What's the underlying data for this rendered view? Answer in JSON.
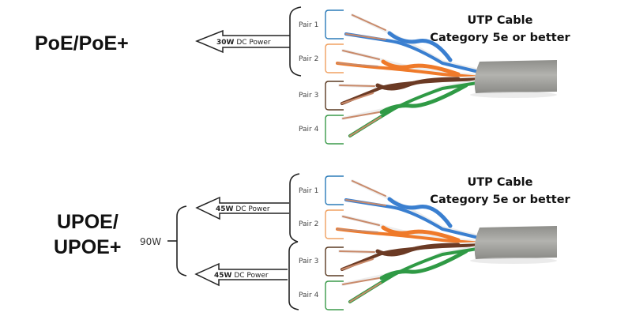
{
  "sections": [
    {
      "title_lines": [
        "PoE/PoE+"
      ],
      "arrows": [
        {
          "bold": "30W",
          "text": " DC Power"
        }
      ],
      "pairs": [
        "Pair 1",
        "Pair 2",
        "Pair 3",
        "Pair 4"
      ],
      "cable_label": [
        "UTP Cable",
        "Category 5e or better"
      ]
    },
    {
      "title_lines": [
        "UPOE/",
        "UPOE+"
      ],
      "total": "90W",
      "arrows": [
        {
          "bold": "45W",
          "text": " DC Power"
        },
        {
          "bold": "45W",
          "text": " DC Power"
        }
      ],
      "pairs": [
        "Pair 1",
        "Pair 2",
        "Pair 3",
        "Pair 4"
      ],
      "cable_label": [
        "UTP Cable",
        "Category 5e or better"
      ]
    }
  ],
  "colors": {
    "pair1": "#2b7bb9",
    "pair2": "#f0a060",
    "pair3": "#5a3a22",
    "pair4": "#3a9a4a",
    "jacket": "#9a9a96",
    "wire_blue": "#3a7fd0",
    "wire_orange": "#ef7a2a",
    "wire_brown": "#6b3a24",
    "wire_green": "#2f9a45",
    "copper": "#c98a6a"
  }
}
